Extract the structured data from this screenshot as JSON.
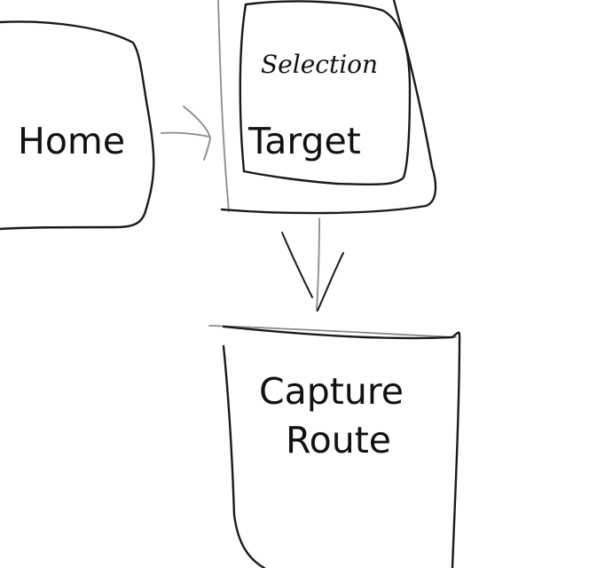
{
  "diagram": {
    "nodes": {
      "home": {
        "label": "Home"
      },
      "target": {
        "label": "Target",
        "annotation": "Selection"
      },
      "capture": {
        "line1": "Capture",
        "line2": "Route"
      }
    },
    "edges": [
      {
        "from": "Home",
        "to": "Target"
      },
      {
        "from": "Target",
        "to": "Capture Route"
      }
    ]
  }
}
